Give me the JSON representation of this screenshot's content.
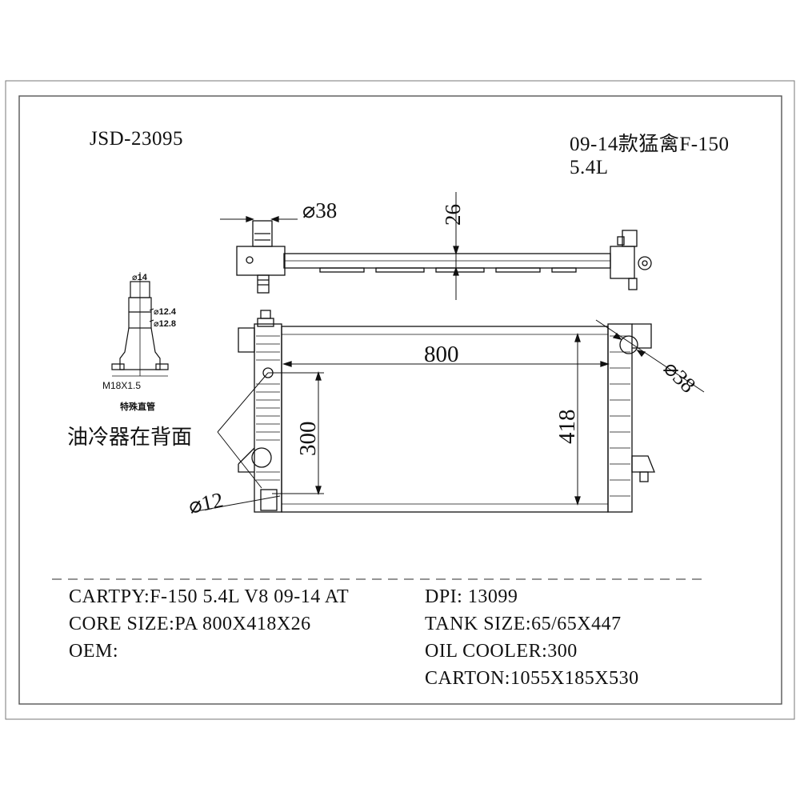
{
  "header": {
    "part_number": "JSD-23095",
    "model_line1": "09-14款猛禽F-150",
    "model_line2": "5.4L"
  },
  "dimensions": {
    "inlet_diameter_top": "⌀38",
    "thickness": "26",
    "core_width": "800",
    "core_height": "418",
    "oil_cooler_span": "300",
    "outlet_diameter": "⌀38",
    "oil_fitting_diameter": "⌀12"
  },
  "fitting_detail": {
    "dia_top": "⌀14",
    "dia_mid": "⌀12.4",
    "dia_low": "⌀12.8",
    "thread": "M18X1.5",
    "caption": "特殊直管"
  },
  "notes": {
    "oil_cooler_note": "油冷器在背面"
  },
  "specs": {
    "cartpy": "CARTPY:F-150 5.4L V8 09-14 AT",
    "core_size": "CORE SIZE:PA 800X418X26",
    "oem": "OEM:",
    "dpi": "DPI: 13099",
    "tank_size": "TANK SIZE:65/65X447",
    "oil_cooler": "OIL COOLER:300",
    "carton": "CARTON:1055X185X530"
  }
}
